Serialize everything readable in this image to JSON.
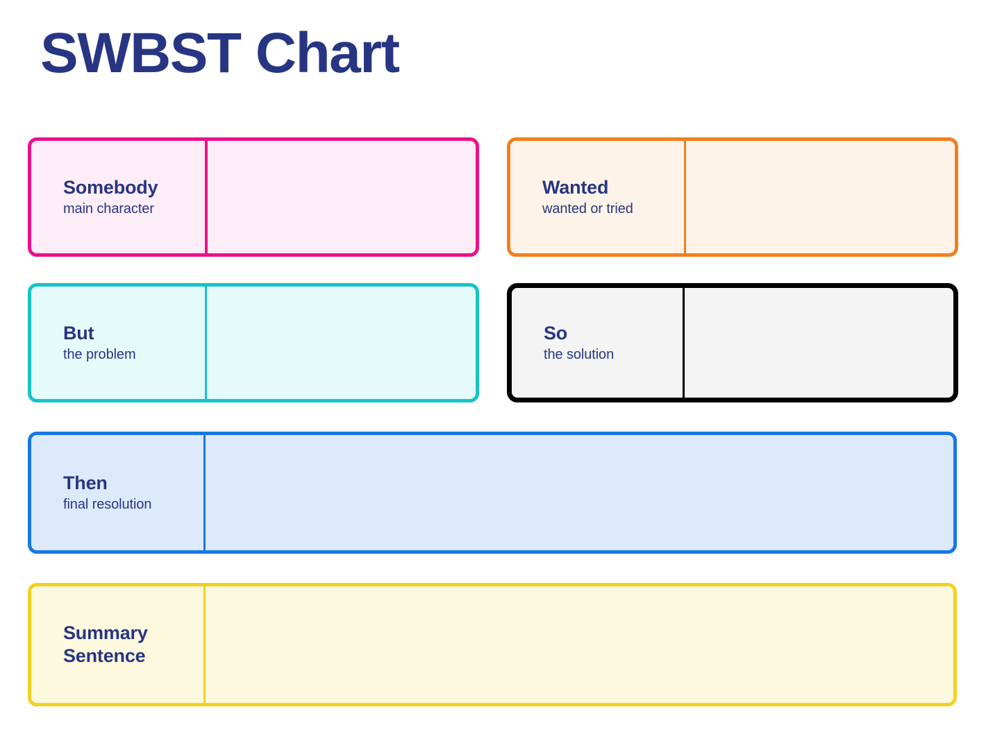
{
  "document": {
    "title": "SWBST Chart",
    "type": "worksheet",
    "background_color": "#FFFFFF",
    "text_color": "#283583"
  },
  "rows": [
    {
      "id": "somebody",
      "title": "Somebody",
      "subtitle": "main character",
      "border_color": "#EC1089",
      "fill_color": "#FDEDF7",
      "answer_value": ""
    },
    {
      "id": "wanted",
      "title": "Wanted",
      "subtitle": "wanted or tried",
      "border_color": "#F0801E",
      "fill_color": "#FDF3E8",
      "answer_value": ""
    },
    {
      "id": "but",
      "title": "But",
      "subtitle": "the problem",
      "border_color": "#14C4C9",
      "fill_color": "#E5FBFA",
      "answer_value": ""
    },
    {
      "id": "so",
      "title": "So",
      "subtitle": "the solution",
      "border_color": "#000000",
      "fill_color": "#F4F4F4",
      "answer_value": ""
    },
    {
      "id": "then",
      "title": "Then",
      "subtitle": "final resolution",
      "border_color": "#1877E8",
      "fill_color": "#DCEAFB",
      "answer_value": ""
    },
    {
      "id": "summary",
      "title": "Summary\nSentence",
      "subtitle": "",
      "border_color": "#F5D022",
      "fill_color": "#FDF9DE",
      "answer_value": ""
    }
  ]
}
